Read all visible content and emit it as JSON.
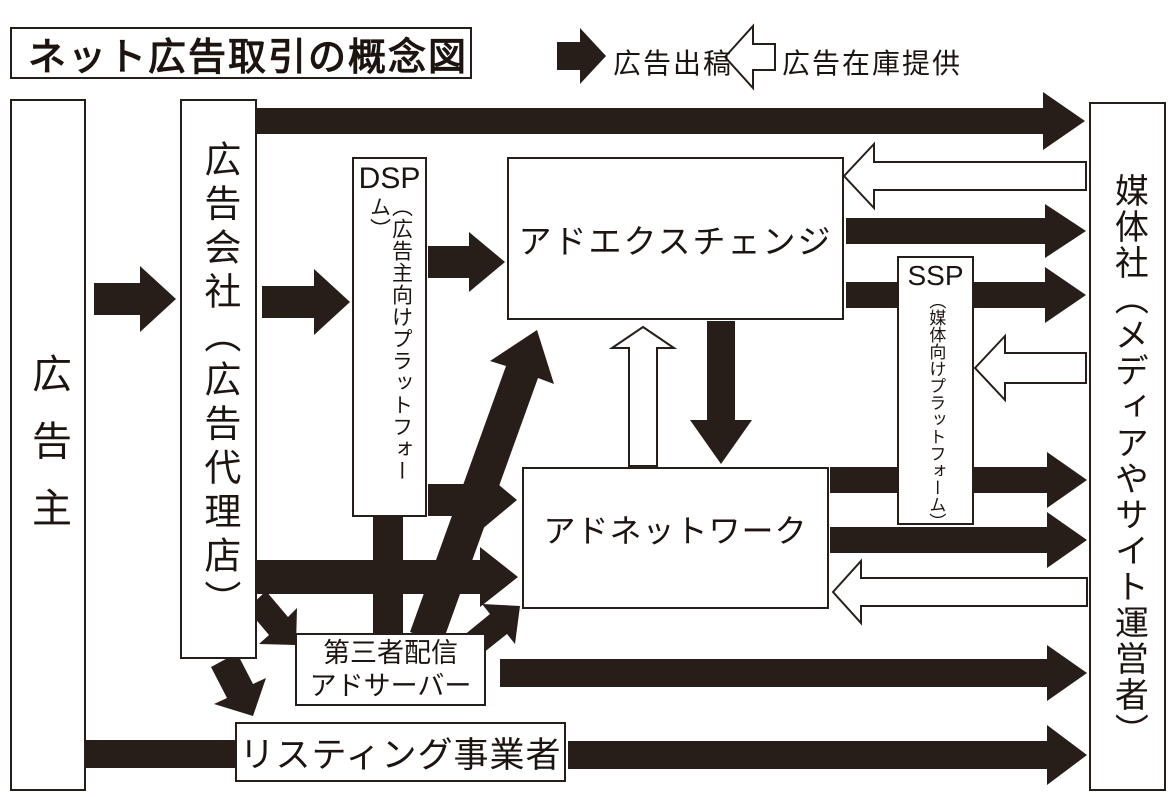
{
  "title": "ネット広告取引の概念図",
  "legend": {
    "ad_submission": "広告出稿",
    "ad_inventory": "広告在庫提供"
  },
  "nodes": {
    "advertiser": {
      "label": "広告主"
    },
    "agency": {
      "label": "広告会社（広告代理店）"
    },
    "dsp": {
      "acronym": "DSP",
      "sub": "（広告主向けプラットフォーム）"
    },
    "ad_exchange": {
      "label": "アドエクスチェンジ"
    },
    "ad_network": {
      "label": "アドネットワーク"
    },
    "ssp": {
      "acronym": "SSP",
      "sub": "（媒体向けプラットフォーム）"
    },
    "media": {
      "label": "媒体社（メディアやサイト運営者）"
    },
    "third_party_ad_server": {
      "line1": "第三者配信",
      "line2": "アドサーバー"
    },
    "listing": {
      "label": "リスティング事業者"
    }
  },
  "colors": {
    "ink": "#271e19",
    "background": "#ffffff"
  },
  "edges": [
    {
      "from": "広告主",
      "to": "広告会社（広告代理店）",
      "type": "広告出稿"
    },
    {
      "from": "広告主",
      "to": "リスティング事業者",
      "type": "広告出稿"
    },
    {
      "from": "広告会社（広告代理店）",
      "to": "媒体社（メディアやサイト運営者）",
      "type": "広告出稿"
    },
    {
      "from": "広告会社（広告代理店）",
      "to": "DSP",
      "type": "広告出稿"
    },
    {
      "from": "広告会社（広告代理店）",
      "to": "アドネットワーク",
      "type": "広告出稿"
    },
    {
      "from": "広告会社（広告代理店）",
      "to": "第三者配信アドサーバー",
      "type": "広告出稿"
    },
    {
      "from": "広告会社（広告代理店）",
      "to": "リスティング事業者",
      "type": "広告出稿"
    },
    {
      "from": "DSP",
      "to": "アドエクスチェンジ",
      "type": "広告出稿"
    },
    {
      "from": "DSP",
      "to": "アドネットワーク",
      "type": "広告出稿"
    },
    {
      "from": "DSP",
      "to": "第三者配信アドサーバー",
      "type": "広告出稿"
    },
    {
      "from": "アドエクスチェンジ",
      "to": "媒体社（メディアやサイト運営者）",
      "type": "広告出稿"
    },
    {
      "from": "アドエクスチェンジ",
      "to": "媒体社（メディアやサイト運営者）",
      "type": "広告出稿"
    },
    {
      "from": "アドエクスチェンジ",
      "to": "アドネットワーク",
      "type": "広告出稿"
    },
    {
      "from": "アドネットワーク",
      "to": "媒体社（メディアやサイト運営者）",
      "type": "広告出稿"
    },
    {
      "from": "アドネットワーク",
      "to": "媒体社（メディアやサイト運営者）",
      "type": "広告出稿"
    },
    {
      "from": "第三者配信アドサーバー",
      "to": "アドエクスチェンジ",
      "type": "広告出稿"
    },
    {
      "from": "第三者配信アドサーバー",
      "to": "アドネットワーク",
      "type": "広告出稿"
    },
    {
      "from": "第三者配信アドサーバー",
      "to": "媒体社（メディアやサイト運営者）",
      "type": "広告出稿"
    },
    {
      "from": "リスティング事業者",
      "to": "媒体社（メディアやサイト運営者）",
      "type": "広告出稿"
    },
    {
      "from": "媒体社（メディアやサイト運営者）",
      "to": "アドエクスチェンジ",
      "type": "広告在庫提供"
    },
    {
      "from": "媒体社（メディアやサイト運営者）",
      "to": "SSP",
      "type": "広告在庫提供"
    },
    {
      "from": "媒体社（メディアやサイト運営者）",
      "to": "アドネットワーク",
      "type": "広告在庫提供"
    },
    {
      "from": "アドネットワーク",
      "to": "アドエクスチェンジ",
      "type": "広告在庫提供"
    }
  ]
}
